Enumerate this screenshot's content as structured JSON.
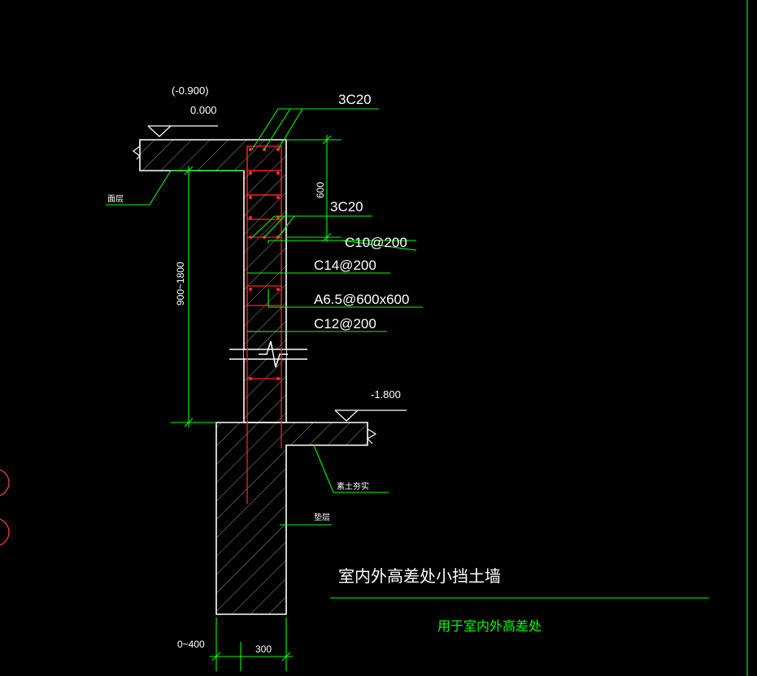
{
  "drawing": {
    "title": "室内外高差处小挡土墙",
    "subtitle": "用于室内外高差处",
    "colors": {
      "background": "#000000",
      "line": "#ffffff",
      "dimension": "#00ff00",
      "annotation": "#00ff00",
      "rebar": "#ff2020",
      "axis": "#00c000",
      "circle": "#ff4040"
    }
  },
  "elevations": {
    "top_alt": "(-0.900)",
    "top": "0.000",
    "bottom": "-1.800"
  },
  "rebar_labels": {
    "top_bars": "3C20",
    "mid_bars": "3C20",
    "stirrup": "C10@200",
    "vertical": "C14@200",
    "tie": "A6.5@600x600",
    "horizontal": "C12@200"
  },
  "dimensions": {
    "cap_height": "600",
    "wall_height": "900~1800",
    "footing_width": "300",
    "footing_depth": "0~400"
  },
  "notes": {
    "left_note": "面层",
    "right_note": "素土夯实",
    "lower_note": "垫层"
  }
}
